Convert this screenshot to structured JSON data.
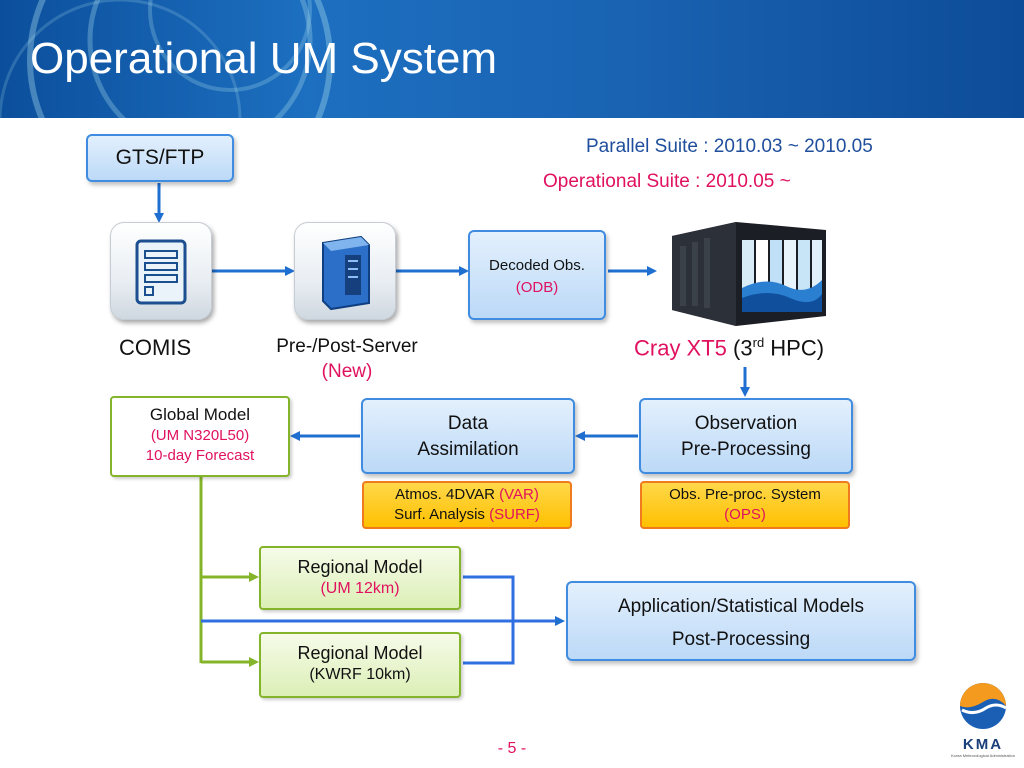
{
  "title": "Operational UM System",
  "suite": {
    "parallel": "Parallel Suite : 2010.03 ~ 2010.05",
    "operational": "Operational Suite : 2010.05 ~"
  },
  "nodes": {
    "gts": "GTS/FTP",
    "comis": "COMIS",
    "prepost": "Pre-/Post-Server",
    "prepost_note": "(New)",
    "decoded_line1": "Decoded Obs.",
    "decoded_line2": "(ODB)",
    "cray_name": "Cray XT5",
    "cray_detail_open": "(3",
    "cray_detail_sup": "rd",
    "cray_detail_close": "HPC)",
    "obs_line1": "Observation",
    "obs_line2": "Pre-Processing",
    "da_line1": "Data",
    "da_line2": "Assimilation",
    "global_line1": "Global Model",
    "global_line2": "(UM N320L50)",
    "global_line3": "10-day Forecast",
    "ops_line1": "Obs. Pre-proc. System",
    "ops_line2": "(OPS)",
    "var_line1_a": "Atmos. 4DVAR",
    "var_line1_b": "(VAR)",
    "var_line2_a": "Surf. Analysis",
    "var_line2_b": "(SURF)",
    "regional1_line1": "Regional Model",
    "regional1_line2": "(UM 12km)",
    "regional2_line1": "Regional Model",
    "regional2_line2": "(KWRF 10km)",
    "app_line1": "Application/Statistical Models",
    "app_line2": "Post-Processing"
  },
  "page_number": "- 5 -",
  "logo": {
    "text": "KMA",
    "subtitle": "Korea Meteorological Administration"
  },
  "colors": {
    "accent_red": "#e0115f",
    "title_blue": "#1f4e9c",
    "header_blue": "#1a63b3",
    "green": "#84b42a",
    "orange": "#f07a1e"
  }
}
